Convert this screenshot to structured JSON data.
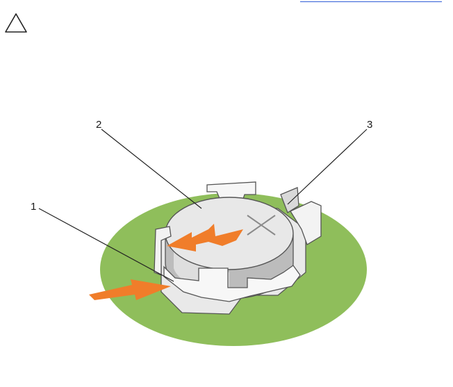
{
  "callouts": [
    {
      "number": "1"
    },
    {
      "number": "2"
    },
    {
      "number": "3"
    }
  ],
  "colors": {
    "board": "#8fbe5b",
    "battery_top": "#e6e6e6",
    "battery_side": "#b9b9b9",
    "holder": "#f4f4f4",
    "outline": "#555555",
    "arrow": "#f07d2a",
    "link": "#2f5cd6"
  },
  "icons": [
    "warning-triangle-icon",
    "cross-mark-icon"
  ]
}
